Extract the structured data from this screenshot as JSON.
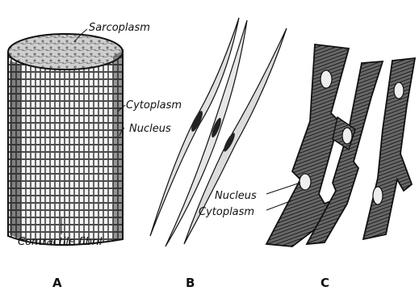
{
  "figure": {
    "panel_a": {
      "letter": "A",
      "labels": {
        "sarcoplasm": "Sarcoplasm",
        "cytoplasm": "Cytoplasm",
        "nucleus": "Nucleus",
        "contractile_fibril": "Contractile fibril"
      }
    },
    "panel_b": {
      "letter": "B"
    },
    "panel_c": {
      "letter": "C",
      "labels": {
        "nucleus": "Nucleus",
        "cytoplasm": "Cytoplasm"
      }
    }
  }
}
